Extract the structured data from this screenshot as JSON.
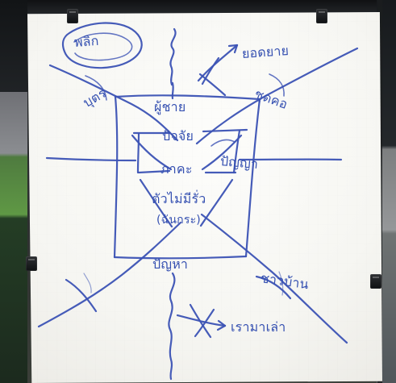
{
  "photo": {
    "labels": {
      "top_left": "พลิก",
      "top_right": "ยอดยาย",
      "upper_left": "บุตร",
      "upper_right": "ชุดคอ",
      "center_top": "ผู้ชาย",
      "center_mid": "ภาคะ",
      "center_right": "ปัญญา",
      "center_upper": "ปัจจัย",
      "center_lower": "ตัวไม่มีรั่ว",
      "center_paren": "(ฉันกระ)",
      "bottom_center": "ปัญหา",
      "bottom_right": "ชาวบ้าน",
      "bottom_right_2": "เรามาเล่า"
    }
  }
}
